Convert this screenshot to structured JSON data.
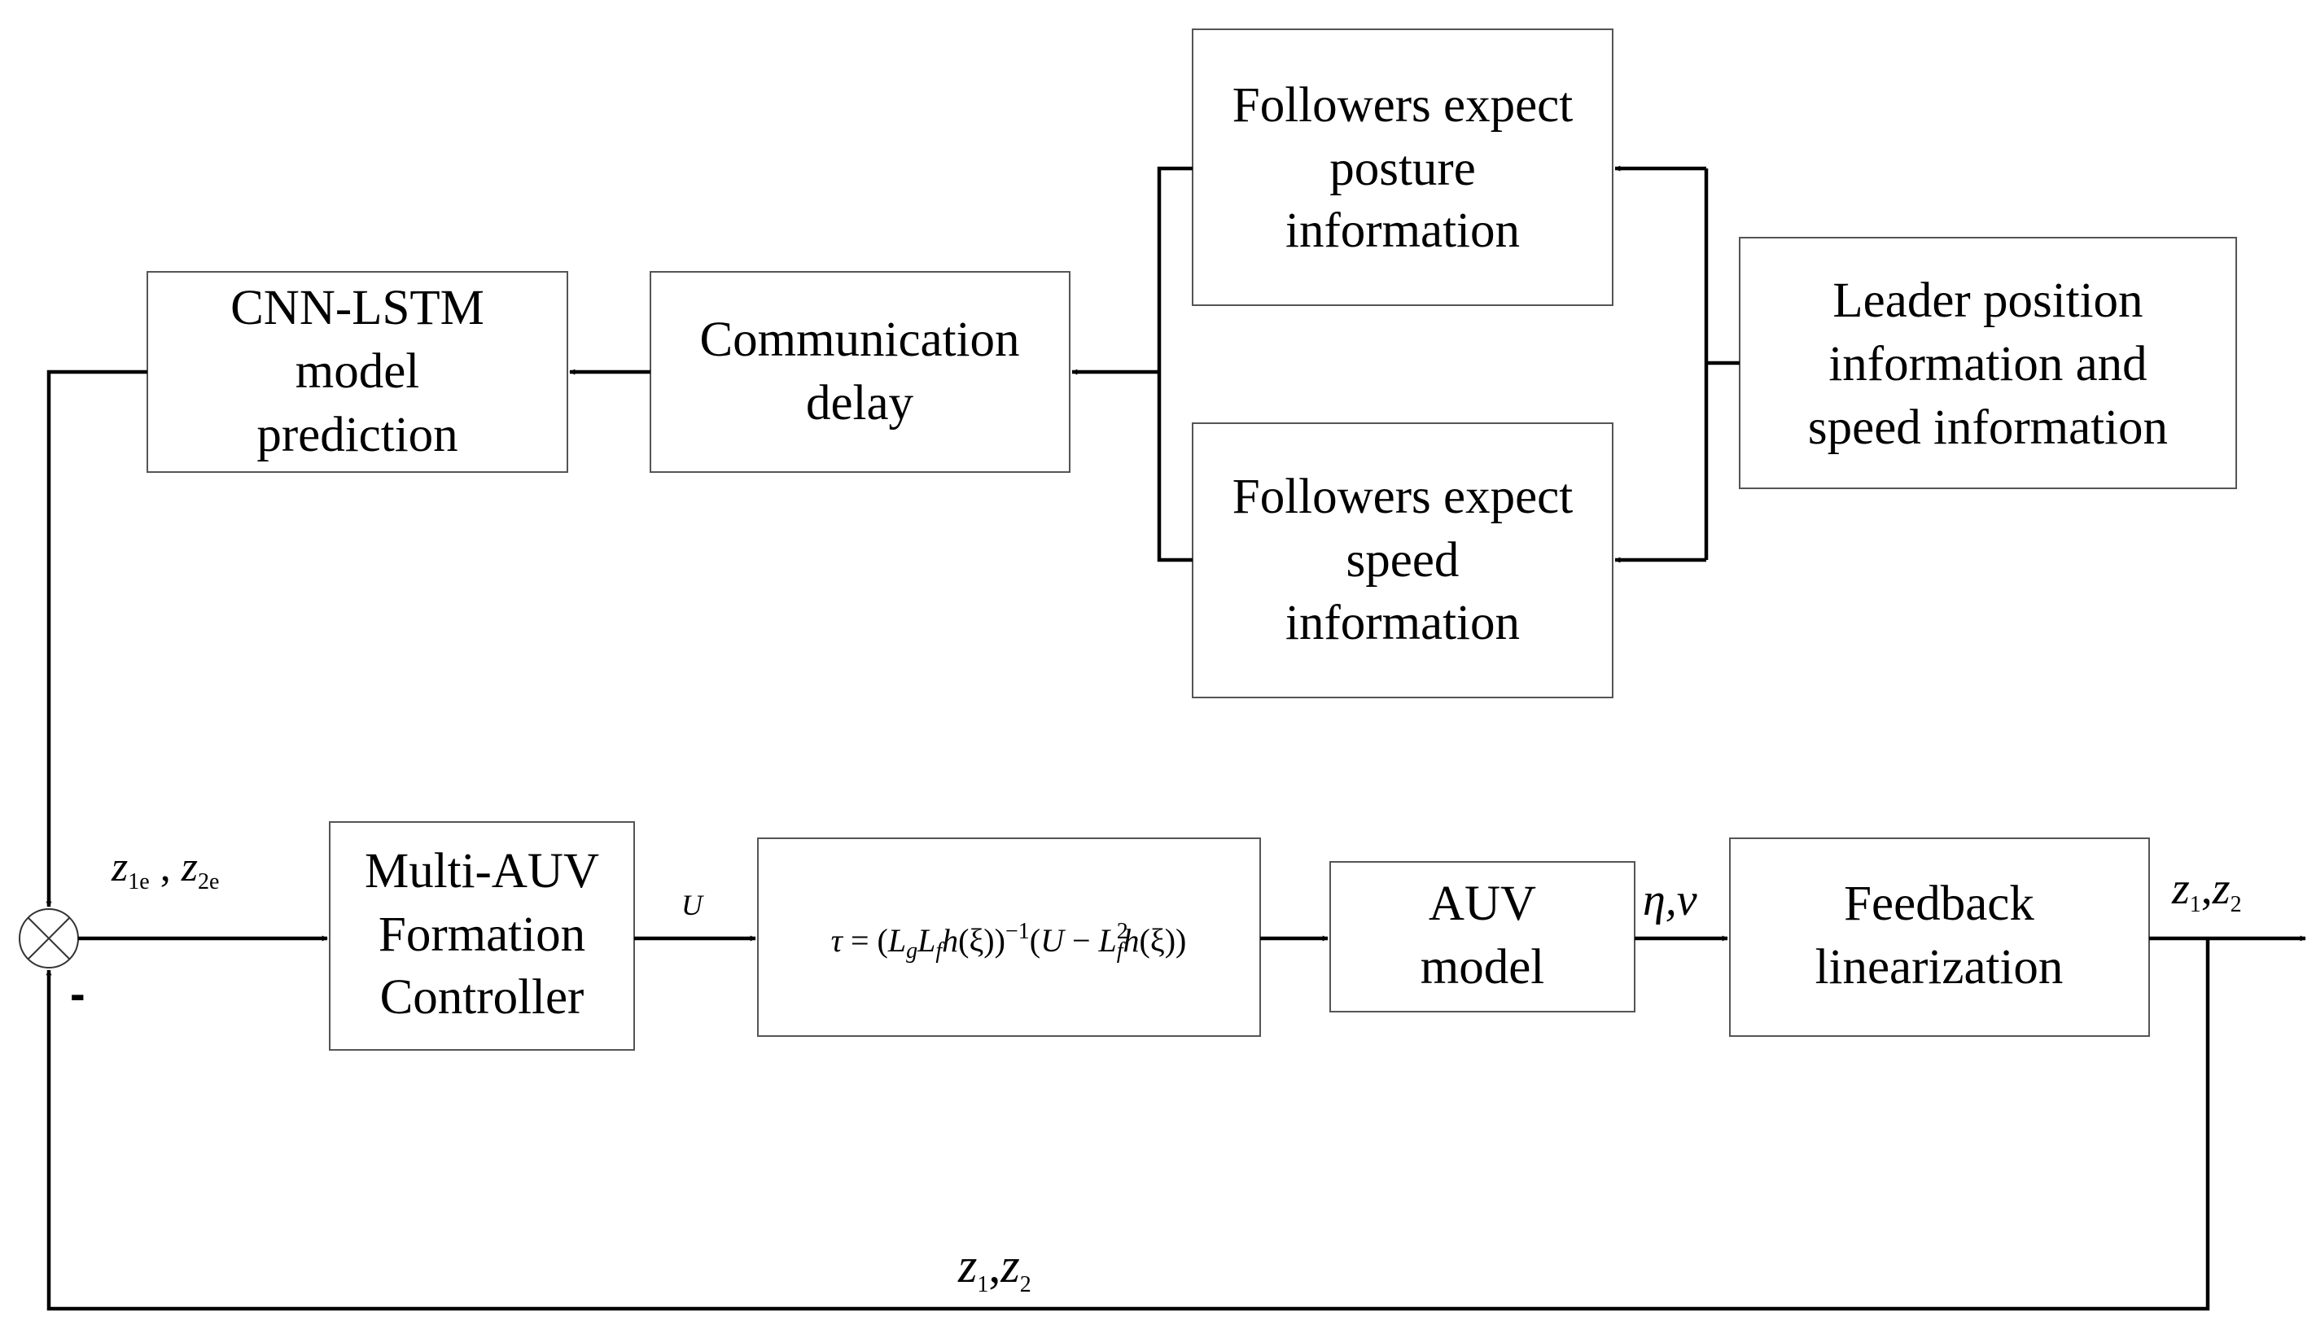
{
  "blocks": {
    "cnn_lstm": [
      "CNN-LSTM",
      "model",
      "prediction"
    ],
    "comm_delay": [
      "Communication",
      "delay"
    ],
    "posture": [
      "Followers expect",
      "posture",
      "information"
    ],
    "speed": [
      "Followers expect",
      "speed",
      "information"
    ],
    "leader": [
      "Leader position",
      "information and",
      "speed information"
    ],
    "controller": [
      "Multi-AUV",
      "Formation",
      "Controller"
    ],
    "auv_model": [
      "AUV",
      "model"
    ],
    "feedback": [
      "Feedback",
      "linearization"
    ]
  },
  "signals": {
    "error_z1": "z",
    "error_z1_sub": "1e",
    "error_sep": " , ",
    "error_z2": "z",
    "error_z2_sub": "2e",
    "control_input": "U",
    "state": "η,v",
    "output_z1": "z",
    "output_z1_sub": "1",
    "output_sep": ",",
    "output_z2": "z",
    "output_z2_sub": "2",
    "feedback_z1": "z",
    "feedback_z1_sub": "1",
    "feedback_sep": ",",
    "feedback_z2": "z",
    "feedback_z2_sub": "2",
    "minus_sign": "-"
  },
  "formula": {
    "tau": "τ",
    "eq": " = (",
    "L1": "L",
    "g": "g",
    "L2": "L",
    "f1": "f",
    "h1": "h",
    "xi1": "(ξ))",
    "inv": "−1",
    "open": "(",
    "U": "U",
    "minus": " − ",
    "L3": "L",
    "sq": "2",
    "f2": "f",
    "h2": "h",
    "xi2": "(ξ))"
  }
}
